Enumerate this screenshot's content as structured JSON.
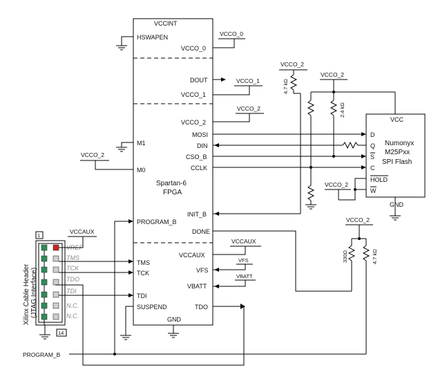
{
  "fpga": {
    "vccint": "VCCINT",
    "hswapen": "HSWAPEN",
    "vcco0_pin": "VCCO_0",
    "dout": "DOUT",
    "vcco1_pin": "VCCO_1",
    "vcco2_pin": "VCCO_2",
    "mosi": "MOSI",
    "din": "DIN",
    "cso_b": "CSO_B",
    "cclk": "CCLK",
    "m1": "M1",
    "m0": "M0",
    "name_line1": "Spartan-6",
    "name_line2": "FPGA",
    "init_b": "INIT_B",
    "program_b": "PROGRAM_B",
    "done": "DONE",
    "tms": "TMS",
    "tck": "TCK",
    "vccaux_pin": "VCCAUX",
    "vfs_pin": "VFS",
    "vbatt_pin": "VBATT",
    "tdi": "TDI",
    "suspend": "SUSPEND",
    "tdo": "TDO",
    "gnd": "GND"
  },
  "flash": {
    "vcc": "VCC",
    "d": "D",
    "q": "Q",
    "s_bar": "S",
    "c": "C",
    "hold_bar": "HOLD",
    "w_bar": "W",
    "gnd": "GND",
    "name_line1": "Numonyx",
    "name_line2": "M25Pxx",
    "name_line3": "SPI Flash"
  },
  "nets": {
    "vcco0": "VCCO_0",
    "vcco1": "VCCO_1",
    "vcco2_fpga": "VCCO_2",
    "vcco2_m0": "VCCO_2",
    "vcco2_r47": "VCCO_2",
    "vcco2_r24": "VCCO_2",
    "vcco2_hold": "VCCO_2",
    "vcco2_done": "VCCO_2",
    "vccaux_header": "VCCAUX",
    "vccaux_fpga": "VCCAUX",
    "vfs": "VFS",
    "vbatt": "VBATT",
    "program_b": "PROGRAM_B"
  },
  "resistors": {
    "r_init": "4.7 kΩ",
    "r_flash": "2.4 kΩ",
    "r_done_330": "330Ω",
    "r_done_47": "4.7 kΩ"
  },
  "header": {
    "title_line1": "Xilinx Cable Header",
    "title_line2": "(JTAG Interface)",
    "pin_first": "1",
    "pin_last": "14",
    "vref": "VREF",
    "tms": "TMS",
    "tck": "TCK",
    "tdo": "TDO",
    "tdi": "TDI",
    "nc1": "N.C.",
    "nc2": "N.C.",
    "pin1_color": "#cc2222",
    "pin_gnd_color": "#2e8b57",
    "pin_signal_color": "#cfcfcf"
  }
}
